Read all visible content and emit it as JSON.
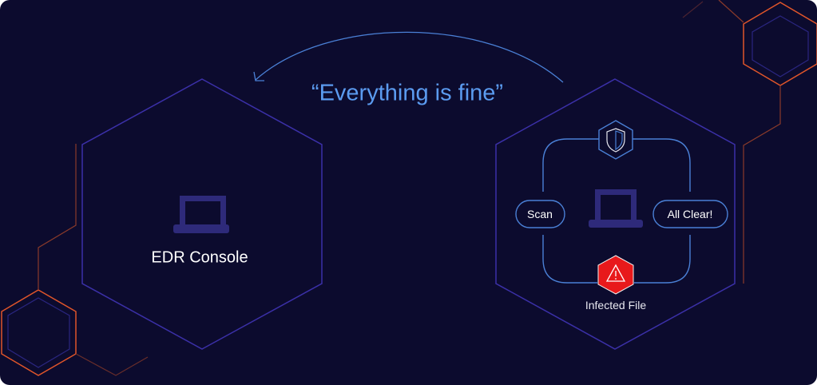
{
  "quote": "“Everything is fine”",
  "console_label": "EDR Console",
  "endpoint": {
    "scan_label": "Scan",
    "all_clear_label": "All Clear!",
    "infected_label": "Infected File"
  },
  "colors": {
    "background": "#0c0b2e",
    "hex_line": "#3b30a8",
    "flow_line": "#4a80d6",
    "accent_orange": "#e0552a",
    "alert_red": "#e8191b",
    "laptop": "#2e2a7a",
    "quote": "#5b9bf0"
  }
}
